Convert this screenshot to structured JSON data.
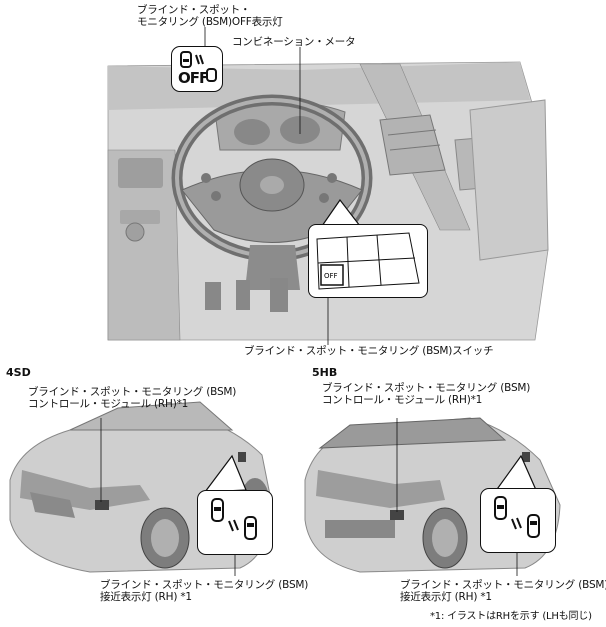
{
  "labels": {
    "bsm_off_line1": "ブラインド・スポット・",
    "bsm_off_line2": "モニタリング (BSM)OFF表示灯",
    "combination_meter": "コンビネーション・メータ",
    "bsm_switch": "ブラインド・スポット・モニタリング (BSM)スイッチ",
    "section_4sd": "4SD",
    "section_5hb": "5HB",
    "module_4sd_line1": "ブラインド・スポット・モニタリング (BSM)",
    "module_4sd_line2": "コントロール・モジュール (RH)*1",
    "module_5hb_line1": "ブラインド・スポット・モニタリング (BSM)",
    "module_5hb_line2": "コントロール・モジュール (RH)*1",
    "indicator_4sd_line1": "ブラインド・スポット・モニタリング (BSM)",
    "indicator_4sd_line2": "接近表示灯 (RH) *1",
    "indicator_5hb_line1": "ブラインド・スポット・モニタリング (BSM)",
    "indicator_5hb_line2": "接近表示灯 (RH) *1",
    "off_icon_text": "OFF",
    "footnote": "*1: イラストはRHを示す (LHも同じ)"
  },
  "icons": [
    "bsm-off-indicator-icon",
    "bsm-approach-indicator-icon",
    "bsm-switch-icon"
  ]
}
